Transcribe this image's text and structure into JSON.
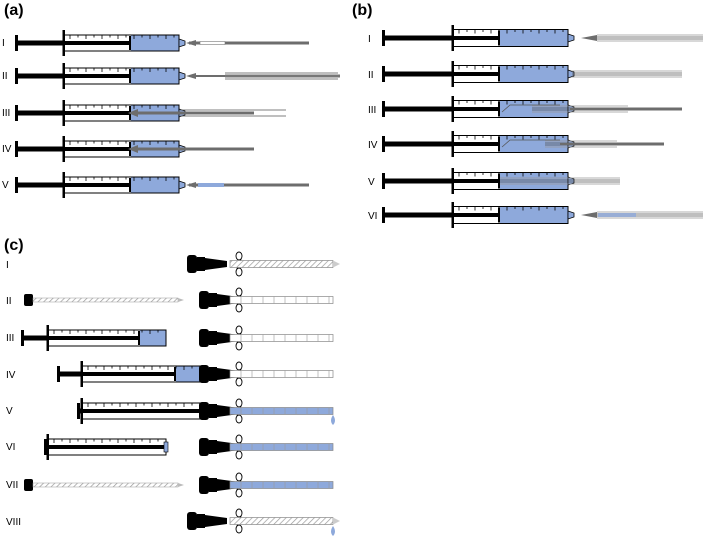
{
  "panels": [
    {
      "label": "(a)",
      "rows": [
        "I",
        "II",
        "III",
        "IV",
        "V"
      ]
    },
    {
      "label": "(b)",
      "rows": [
        "I",
        "II",
        "III",
        "IV",
        "V",
        "VI"
      ]
    },
    {
      "label": "(c)",
      "rows": [
        "I",
        "II",
        "III",
        "IV",
        "V",
        "VI",
        "VII",
        "VIII"
      ]
    }
  ],
  "colors": {
    "syringe_fill": "#8ea9db",
    "syringe_outline": "#000000",
    "needle_dark": "#6d6d6d",
    "tube_light": "#d9d9d9",
    "droplet": "#8ea9db"
  }
}
